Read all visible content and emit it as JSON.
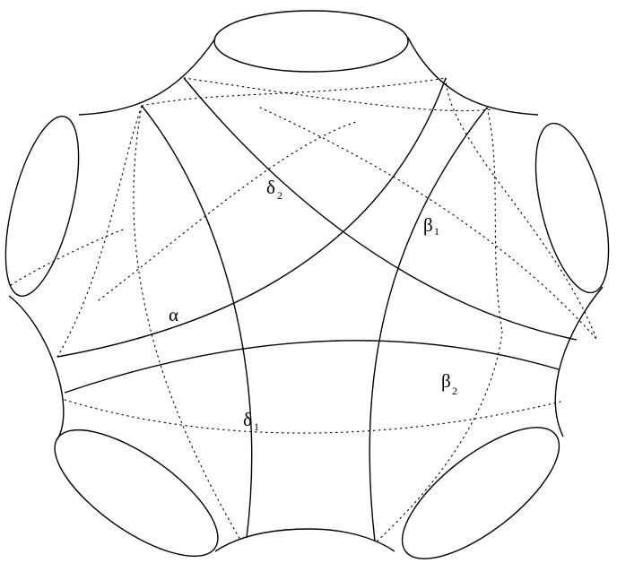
{
  "curves": [
    {
      "symbol": "α",
      "index": ""
    },
    {
      "symbol": "β",
      "index": "1"
    },
    {
      "symbol": "β",
      "index": "2"
    },
    {
      "symbol": "δ",
      "index": "1"
    },
    {
      "symbol": "δ",
      "index": "2"
    }
  ],
  "boundary_components": 5,
  "colors": {
    "line": "#000000",
    "background": "#ffffff"
  }
}
